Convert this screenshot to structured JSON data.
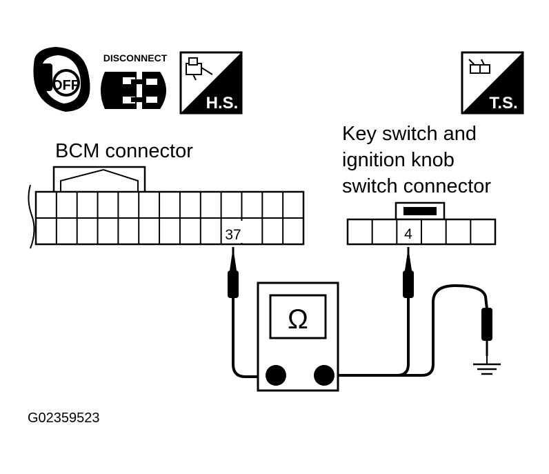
{
  "icons": {
    "ignition_key_label": "OFF",
    "disconnect_label": "DISCONNECT",
    "harness_side_label": "H.S.",
    "terminal_side_label": "T.S."
  },
  "bcm": {
    "title": "BCM connector",
    "pin_label": "37"
  },
  "key_switch": {
    "title_lines": [
      "Key switch and",
      "ignition knob",
      "switch connector"
    ],
    "pin_label": "4"
  },
  "meter": {
    "symbol": "Ω"
  },
  "figure_code": "G02359523"
}
